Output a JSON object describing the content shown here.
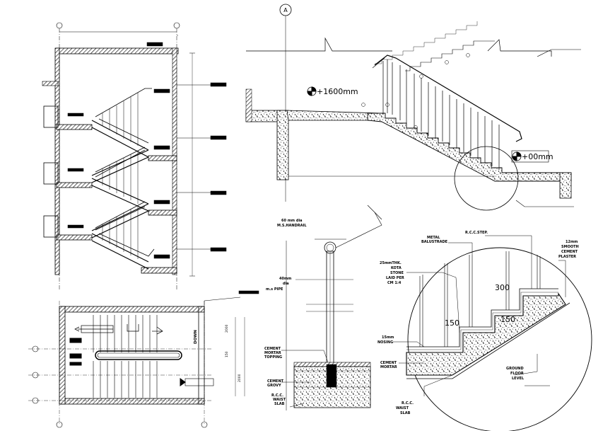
{
  "elevation": {
    "grid_label": "A",
    "level_top": "+1600mm",
    "level_bottom": "+00mm"
  },
  "plan": {
    "stamp_text": "DOWN",
    "dims": [
      "2000",
      "150",
      "2000"
    ]
  },
  "handrail_detail": {
    "rail_label": [
      "60 mm dia",
      "M.S.HANDRAIL"
    ],
    "pipe_label": [
      "40mm",
      "dia",
      "m.s PIPE"
    ],
    "topping_label": [
      "CEMENT",
      "MORTAR",
      "TOPPING"
    ],
    "grout_label": [
      "CEMENT",
      "GROVY"
    ],
    "slab_label": [
      "R.C.C.",
      "WAIST",
      "SLAB"
    ]
  },
  "step_detail": {
    "baluster_label": [
      "METAL",
      "BALUSTRADE"
    ],
    "step_label": "R.C.C.STEP.",
    "plaster_label": [
      "12mm",
      "SMOOTH",
      "CEMENT",
      "PLASTER"
    ],
    "kota_label": [
      "25mmTHK.",
      "KOTA",
      "STONE",
      "LAID PER",
      "CM 1:4"
    ],
    "nosing_label": [
      "15mm",
      "NOSING"
    ],
    "mortar_label": [
      "CEMENT",
      "MORTAR"
    ],
    "waist_label": [
      "R.C.C.",
      "WAIST",
      "SLAB"
    ],
    "floor_label": [
      "GROUND",
      "FLOOR",
      "LEVEL"
    ],
    "dim_tread": "300",
    "dim_riser": "150",
    "dim_riser2": "150"
  }
}
